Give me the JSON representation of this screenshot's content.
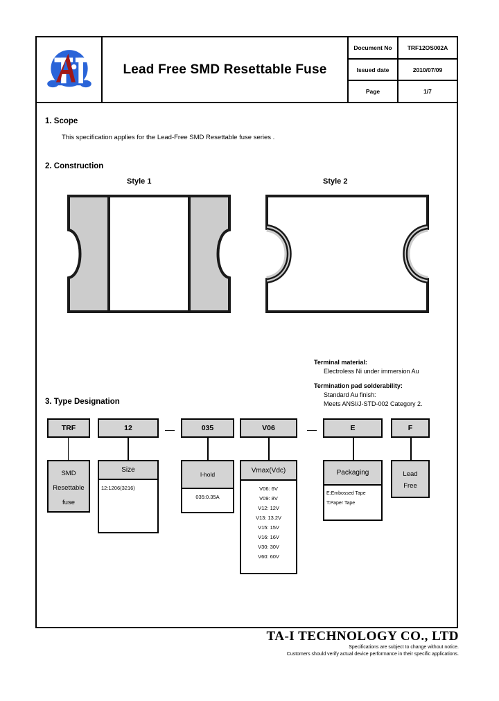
{
  "header": {
    "logo_alt": "TA-I logo",
    "title": "Lead Free SMD Resettable Fuse",
    "meta": [
      {
        "label": "Document No",
        "value": "TRF12OS002A"
      },
      {
        "label": "Issued date",
        "value": "2010/07/09"
      },
      {
        "label": "Page",
        "value": "1/7"
      }
    ]
  },
  "sections": {
    "scope": {
      "heading": "1.  Scope",
      "body": "This specification applies for the Lead-Free SMD Resettable fuse series ."
    },
    "construction": {
      "heading": "2.  Construction",
      "style1_label": "Style 1",
      "style2_label": "Style 2",
      "terminal": {
        "material_title": "Terminal material:",
        "material_value": "Electroless Ni under immersion Au",
        "solder_title": "Termination pad solderability:",
        "solder_line1": "Standard Au finish:",
        "solder_line2": "Meets ANSI/J-STD-002 Category 2."
      }
    },
    "type_designation": {
      "heading": "3.  Type Designation",
      "codes": [
        {
          "code": "TRF"
        },
        {
          "code": "12"
        },
        {
          "code": "035"
        },
        {
          "code": "V06"
        },
        {
          "code": "E"
        },
        {
          "code": "F"
        }
      ],
      "separator": "—",
      "descriptions": {
        "trf": {
          "line1": "SMD",
          "line2": "Resettable",
          "line3": "fuse"
        },
        "size": {
          "title": "Size",
          "item1": "12:1206(3216)"
        },
        "ihold": {
          "title": "I-hold",
          "item1": "035:0.35A"
        },
        "vmax": {
          "title": "Vmax(Vdc)",
          "items": [
            "V06: 6V",
            "V09: 8V",
            "V12: 12V",
            "V13: 13.2V",
            "V15: 15V",
            "V16: 16V",
            "V30: 30V",
            "V60: 60V"
          ]
        },
        "packaging": {
          "title": "Packaging",
          "item1": "E:Embossed Tape",
          "item2": "T:Paper Tape"
        },
        "leadfree": {
          "line1": "Lead",
          "line2": "Free"
        }
      }
    }
  },
  "footer": {
    "company": "TA-I TECHNOLOGY CO., LTD",
    "note1": "Specifications are subject to change without notice.",
    "note2": "Customers should verify actual device performance in their specific applications."
  },
  "colors": {
    "logo_blue": "#2a64d8",
    "logo_red": "#a01818",
    "box_fill": "#d4d4d4",
    "line": "#000000"
  }
}
